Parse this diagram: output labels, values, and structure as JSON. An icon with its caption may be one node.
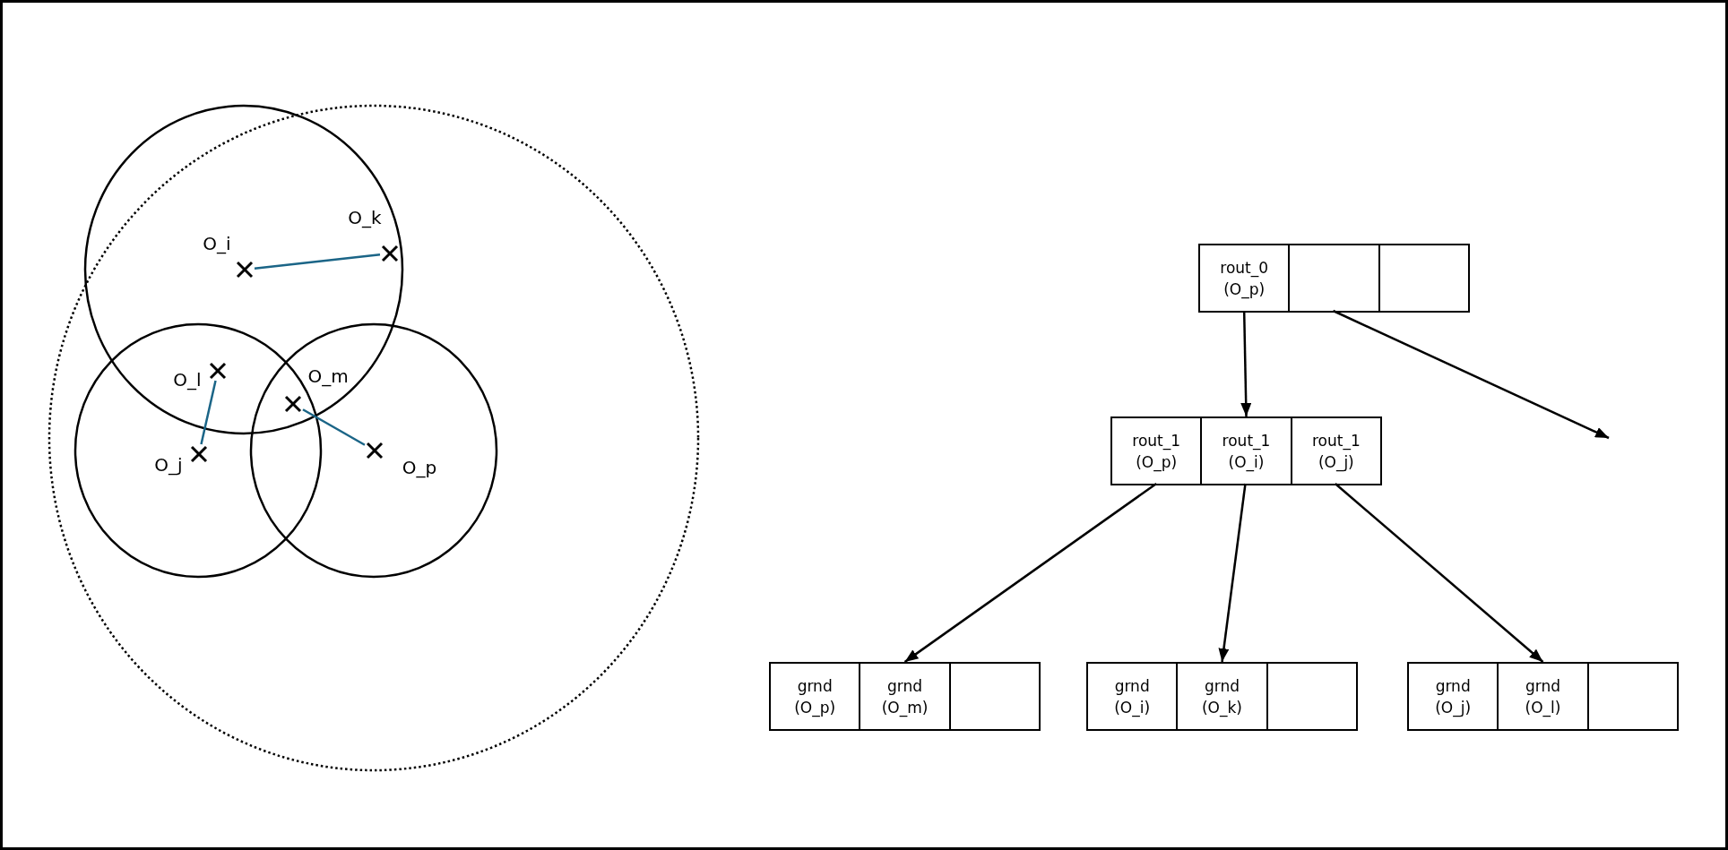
{
  "diagram": {
    "nodes": [
      {
        "text": [],
        "shape": "cross",
        "beside": [
          "O_i"
        ]
      },
      {
        "text": [],
        "shape": "cross",
        "beside": [
          "O_k"
        ]
      },
      {
        "text": [],
        "shape": "cross",
        "beside": [
          "O_l"
        ]
      },
      {
        "text": [],
        "shape": "cross",
        "beside": [
          "O_m"
        ]
      },
      {
        "text": [],
        "shape": "cross",
        "beside": [
          "O_j"
        ]
      },
      {
        "text": [],
        "shape": "cross",
        "beside": [
          "O_p"
        ]
      },
      {
        "text": [],
        "shape": "box"
      },
      {
        "text": [
          "rout_0",
          "(O_p)"
        ],
        "in": 6
      },
      {
        "text": [],
        "shape": "box",
        "in": 6
      },
      {
        "text": [],
        "shape": "box",
        "in": 6
      },
      {
        "text": [],
        "shape": "box"
      },
      {
        "text": [
          "rout_1",
          "(O_p)"
        ],
        "in": 10
      },
      {
        "text": [
          "rout_1",
          "(O_i)"
        ],
        "in": 10
      },
      {
        "text": [
          "rout_1",
          "(O_j)"
        ],
        "in": 10
      },
      {
        "text": [],
        "shape": "box"
      },
      {
        "text": [
          "grnd",
          "(O_p)"
        ],
        "in": 14
      },
      {
        "text": [
          "grnd",
          "(O_m)"
        ],
        "in": 14
      },
      {
        "text": [],
        "shape": "box",
        "in": 14
      },
      {
        "text": [],
        "shape": "box"
      },
      {
        "text": [
          "grnd",
          "(O_i)"
        ],
        "in": 18
      },
      {
        "text": [
          "grnd",
          "(O_k)"
        ],
        "in": 18
      },
      {
        "text": [],
        "shape": "box",
        "in": 18
      },
      {
        "text": [],
        "shape": "box"
      },
      {
        "text": [
          "grnd",
          "(O_j)"
        ],
        "in": 22
      },
      {
        "text": [
          "grnd",
          "(O_l)"
        ],
        "in": 22
      },
      {
        "text": [],
        "shape": "box",
        "in": 22
      }
    ],
    "edges": [
      {
        "from": 0,
        "to": 1,
        "arrow": "none",
        "color": "#1b6587"
      },
      {
        "from": 2,
        "to": 4,
        "arrow": "none",
        "color": "#1b6587"
      },
      {
        "from": 3,
        "to": 5,
        "arrow": "none",
        "color": "#1b6587"
      },
      {
        "from": 7,
        "to": 10,
        "arrow": "to"
      },
      {
        "from": 8,
        "to": null,
        "arrow": "to"
      },
      {
        "from": 11,
        "to": 14,
        "arrow": "to"
      },
      {
        "from": 12,
        "to": 18,
        "arrow": "to"
      },
      {
        "from": 13,
        "to": 22,
        "arrow": "to"
      }
    ]
  }
}
